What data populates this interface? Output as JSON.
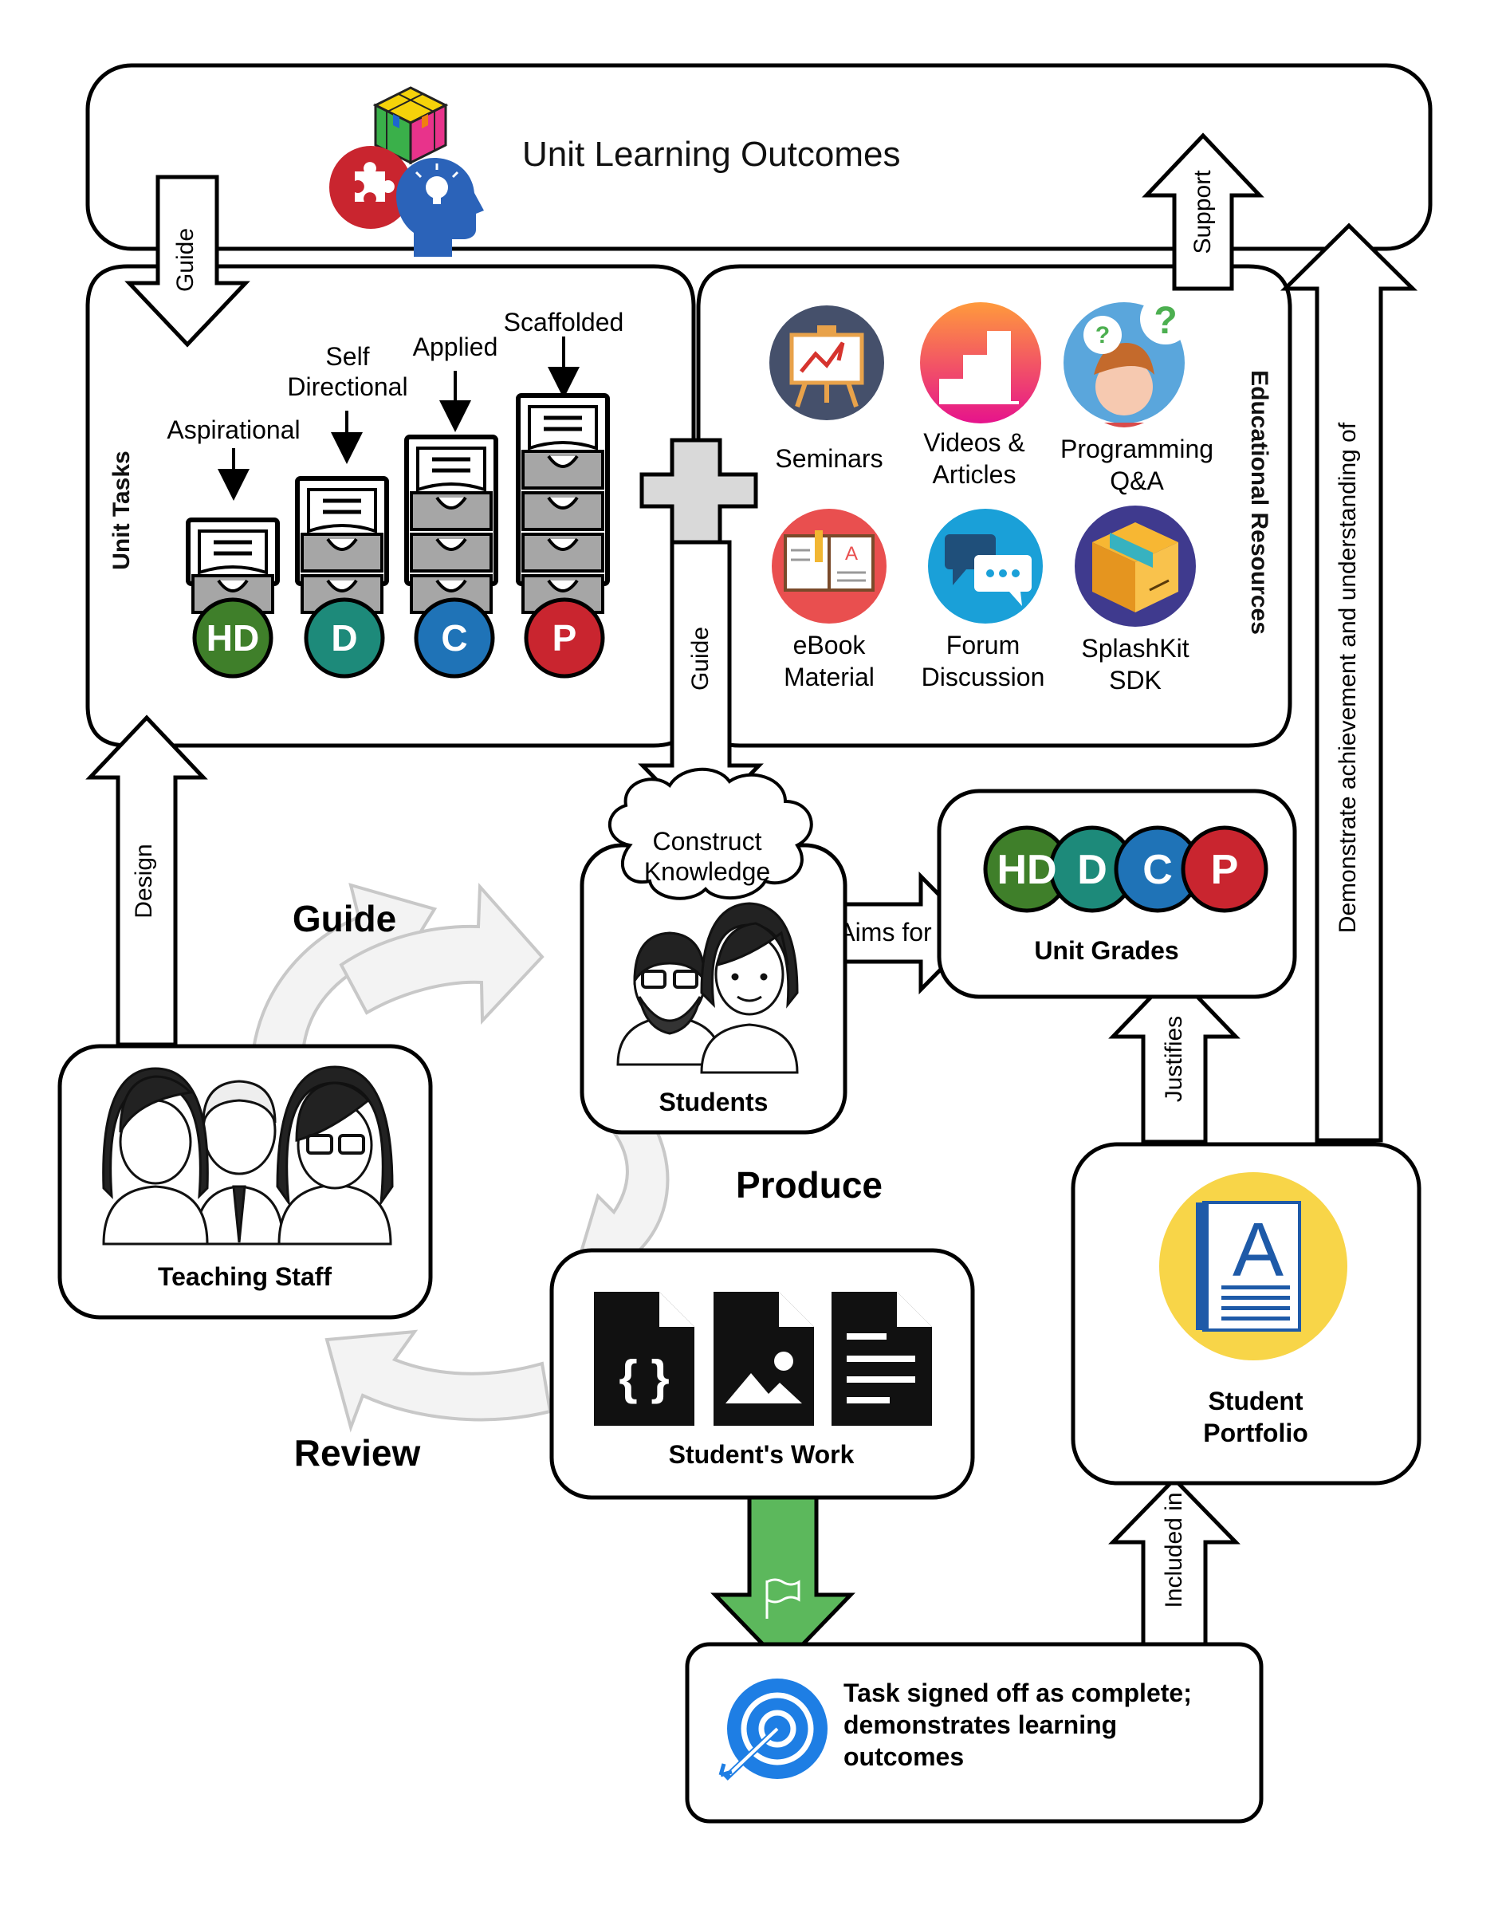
{
  "title": "Unit Learning Outcomes",
  "unit_tasks": {
    "heading": "Unit Tasks",
    "tiers": [
      {
        "label": "Aspirational",
        "grade": "HD",
        "color": "#3f7f2a"
      },
      {
        "label_line1": "Self",
        "label_line2": "Directional",
        "grade": "D",
        "color": "#1d8a7a"
      },
      {
        "label": "Applied",
        "grade": "C",
        "color": "#1f73b7"
      },
      {
        "label": "Scaffolded",
        "grade": "P",
        "color": "#c9252f"
      }
    ]
  },
  "educational_resources": {
    "heading": "Educational Resources",
    "items": [
      {
        "line1": "Seminars",
        "line2": "",
        "icon": "easel-icon"
      },
      {
        "line1": "Videos &",
        "line2": "Articles",
        "icon": "stairs-icon"
      },
      {
        "line1": "Programming",
        "line2": "Q&A",
        "icon": "question-person-icon"
      },
      {
        "line1": "eBook",
        "line2": "Material",
        "icon": "ebook-icon"
      },
      {
        "line1": "Forum",
        "line2": "Discussion",
        "icon": "chat-bubbles-icon"
      },
      {
        "line1": "SplashKit",
        "line2": "SDK",
        "icon": "package-icon"
      }
    ]
  },
  "arrows": {
    "guide_top": "Guide",
    "guide_mid": "Guide",
    "support": "Support",
    "design": "Design",
    "aims_for": "Aims for",
    "justifies": "Justifies",
    "included_in": "Included in",
    "demonstrate": "Demonstrate achievement and understanding of"
  },
  "cycle": {
    "guide": "Guide",
    "produce": "Produce",
    "review": "Review"
  },
  "nodes": {
    "construct_line1": "Construct",
    "construct_line2": "Knowledge",
    "students": "Students",
    "teaching_staff": "Teaching Staff",
    "students_work": "Student's Work",
    "unit_grades": "Unit Grades",
    "portfolio_line1": "Student",
    "portfolio_line2": "Portfolio",
    "signoff_line1": "Task signed off as complete;",
    "signoff_line2": "demonstrates learning",
    "signoff_line3": "outcomes"
  },
  "grades": [
    {
      "label": "HD",
      "color": "#3f7f2a"
    },
    {
      "label": "D",
      "color": "#1d8a7a"
    },
    {
      "label": "C",
      "color": "#1f73b7"
    },
    {
      "label": "P",
      "color": "#c9252f"
    }
  ],
  "colors": {
    "green_arrow": "#5cb85c",
    "portfolio_circle": "#f8d548",
    "target_blue": "#1e7ee4",
    "cycle_arrow": "#f2f2f2"
  }
}
